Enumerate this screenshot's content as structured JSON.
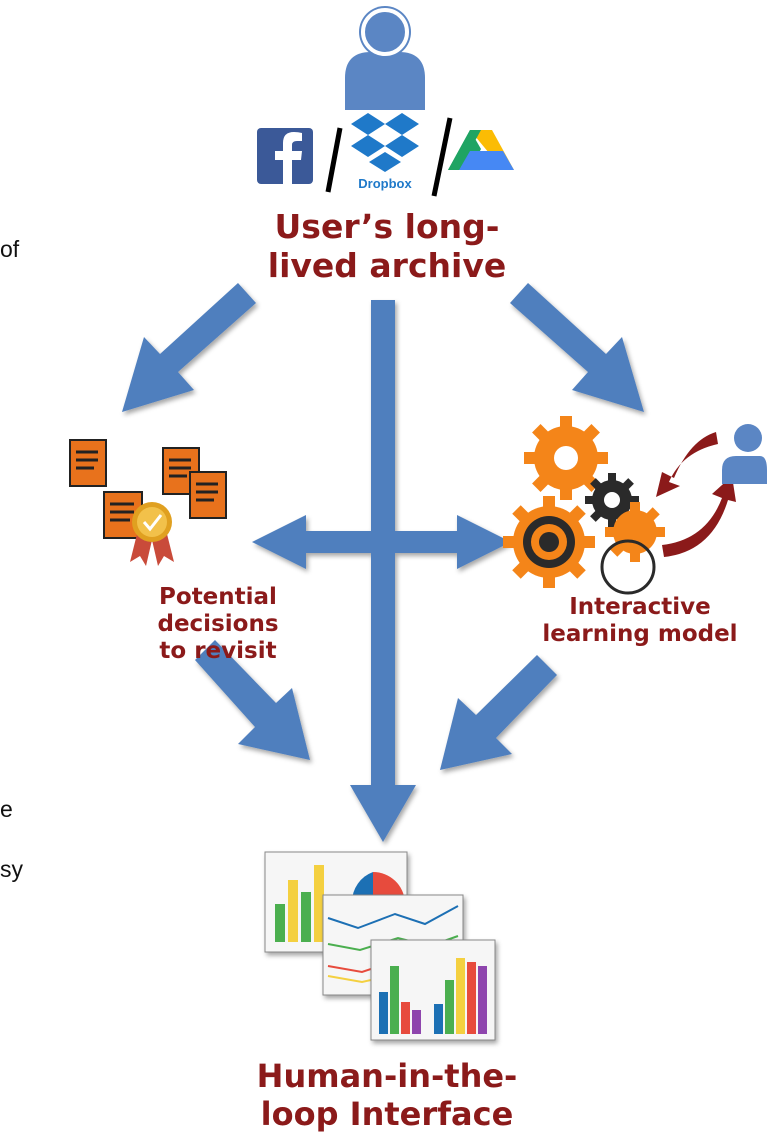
{
  "source": {
    "line1": "User’s long-",
    "line2": "lived archive",
    "services": [
      {
        "name": "Facebook",
        "icon": "facebook-icon"
      },
      {
        "name": "Dropbox",
        "icon": "dropbox-icon",
        "caption": "Dropbox"
      },
      {
        "name": "Google Drive",
        "icon": "google-drive-icon"
      }
    ]
  },
  "decisions": {
    "line1": "Potential decisions",
    "line2": "to revisit"
  },
  "model": {
    "line1": "Interactive",
    "line2": "learning model"
  },
  "interface": {
    "line1": "Human-in-the-",
    "line2": "loop Interface"
  },
  "edge_text": {
    "a": "of",
    "b": "e",
    "c": "sy"
  },
  "colors": {
    "arrow": "#4f7fbe",
    "label": "#8b1a1a",
    "user": "#5b86c4",
    "doc": "#e8721c",
    "gear": "#f48519",
    "curve": "#8b1a1a"
  }
}
